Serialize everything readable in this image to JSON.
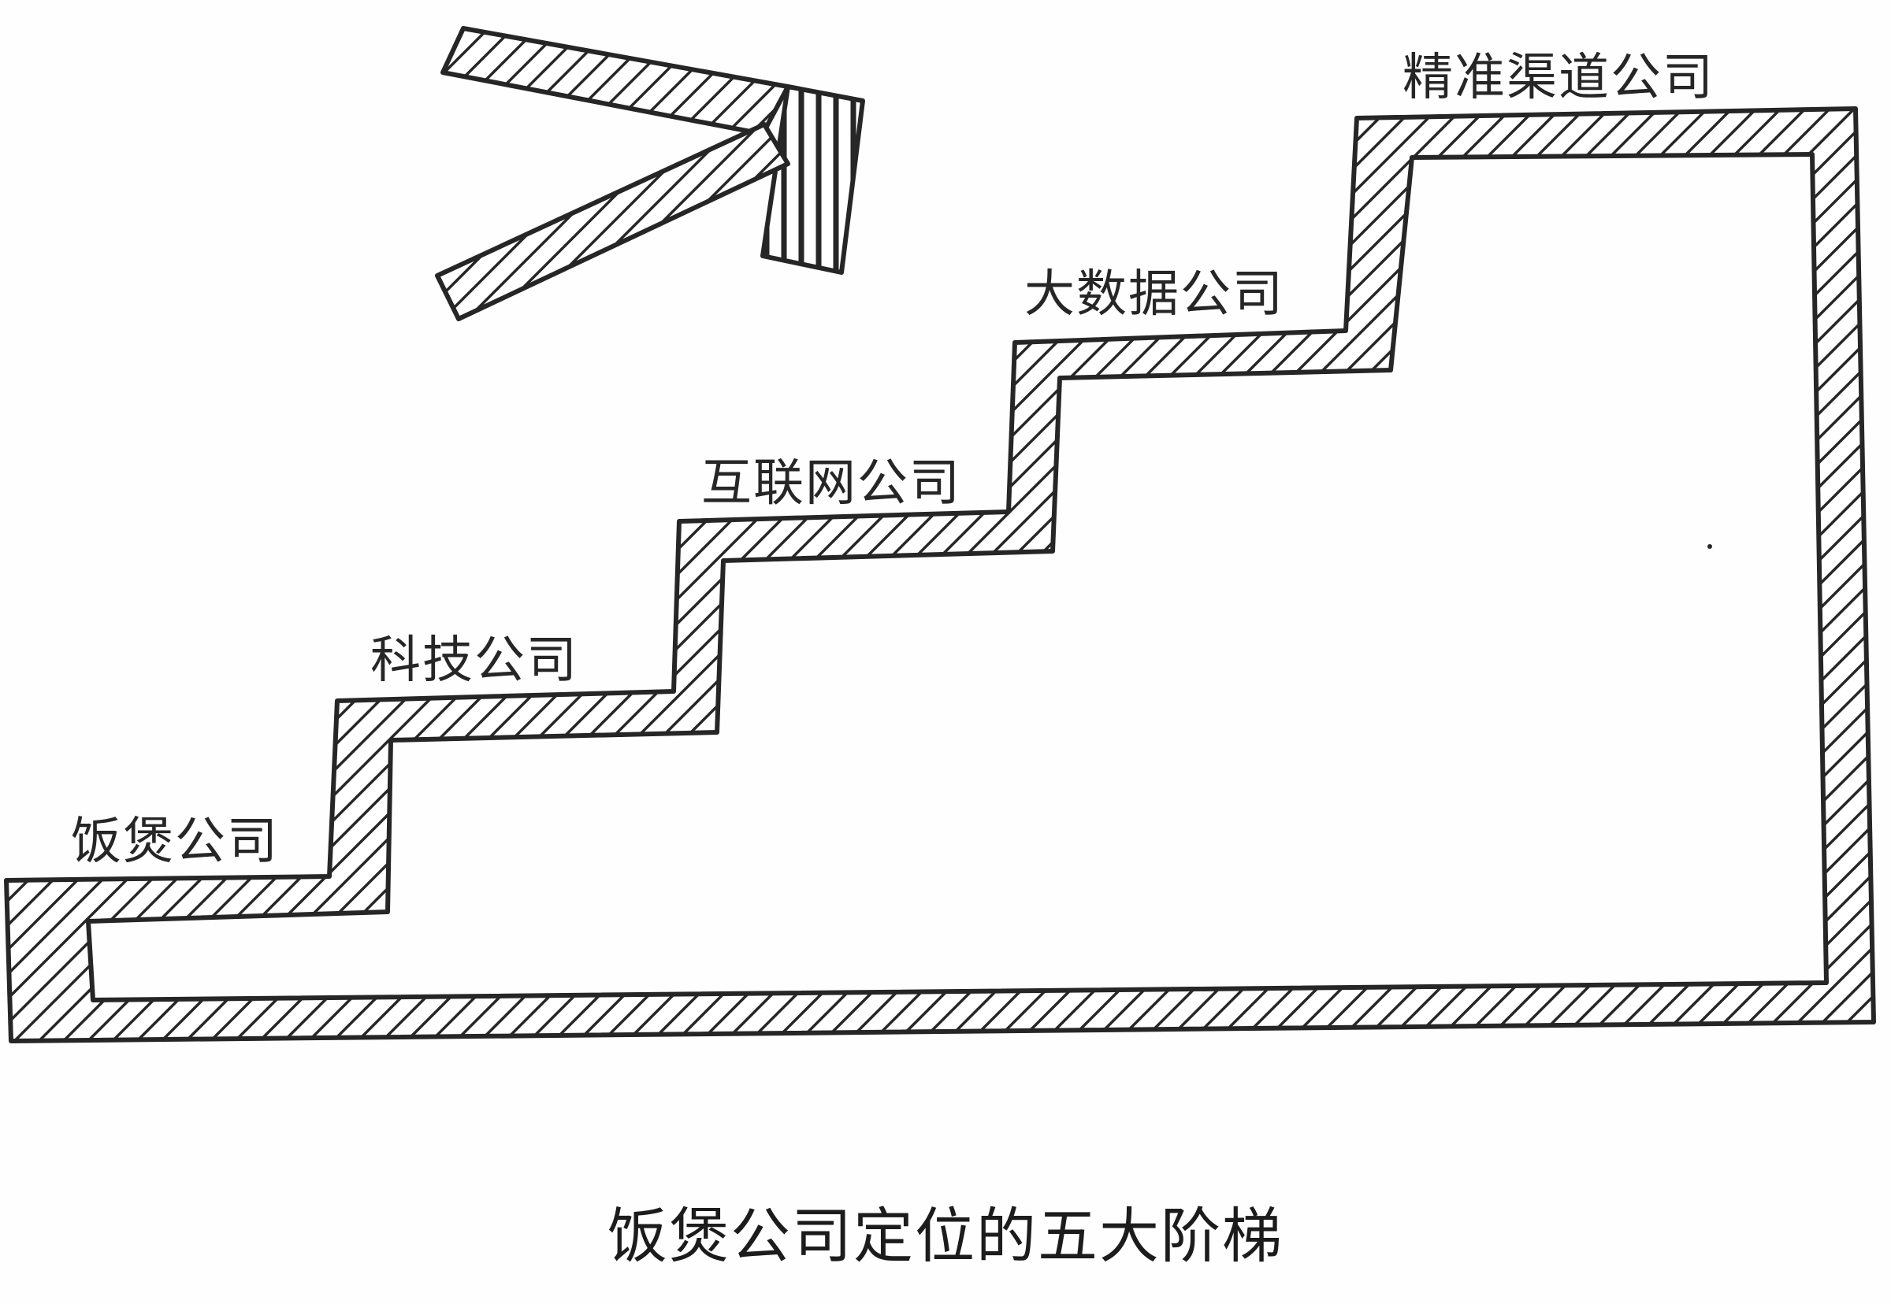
{
  "diagram": {
    "steps": [
      {
        "label": "饭煲公司"
      },
      {
        "label": "科技公司"
      },
      {
        "label": "互联网公司"
      },
      {
        "label": "大数据公司"
      },
      {
        "label": "精准渠道公司"
      }
    ],
    "arrow_icon": "up-right-arrow-icon",
    "ink_color": "#262626"
  },
  "caption": "饭煲公司定位的五大阶梯"
}
